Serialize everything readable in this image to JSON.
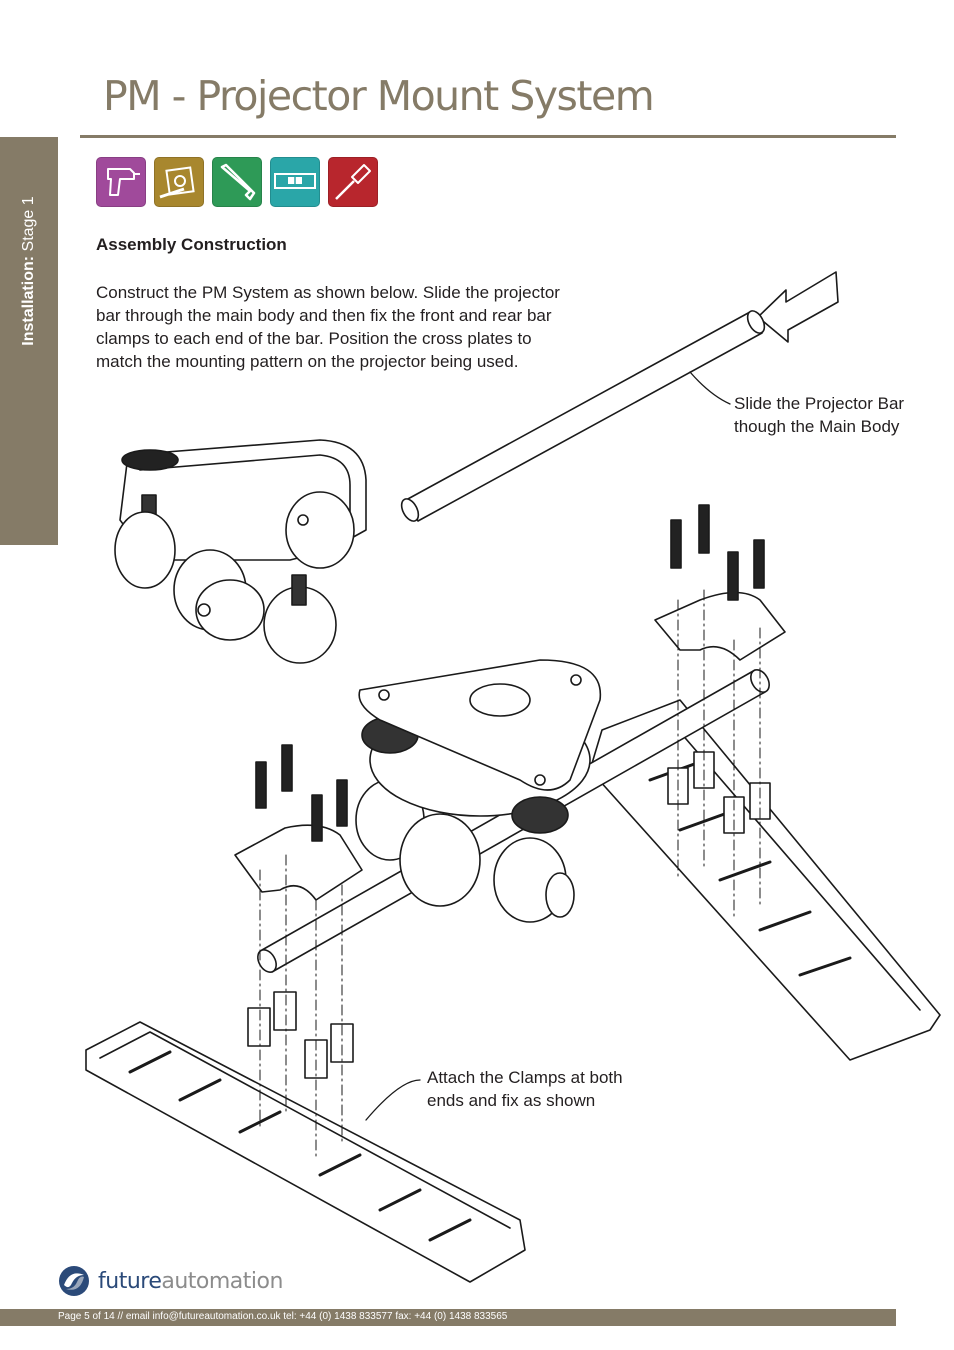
{
  "sidebar": {
    "label_bold": "Installation:",
    "label_rest": " Stage 1"
  },
  "header": {
    "title": "PM - Projector Mount System"
  },
  "tools": [
    {
      "name": "drill",
      "color": "#a04a9b"
    },
    {
      "name": "tape-measure",
      "color": "#a8872e"
    },
    {
      "name": "allen-key",
      "color": "#2e9a57"
    },
    {
      "name": "spirit-level",
      "color": "#2aa6a8"
    },
    {
      "name": "screwdriver",
      "color": "#b8262d"
    }
  ],
  "section": {
    "heading": "Assembly Construction",
    "body": "Construct the PM System as shown below. Slide the projector bar through the main body and then fix the front and rear bar clamps to each end of the bar. Position the cross plates to match the mounting pattern on the projector being used."
  },
  "callouts": {
    "bar_line1": "Slide the Projector Bar",
    "bar_line2": "though the Main Body",
    "clamp_line1": "Attach the Clamps at both",
    "clamp_line2": "ends and fix as shown"
  },
  "logo": {
    "word1": "future",
    "word2": "automation"
  },
  "footer": {
    "text": "Page 5 of 14 // email info@futureautomation.co.uk  tel: +44 (0) 1438 833577  fax: +44 (0) 1438 833565"
  },
  "colors": {
    "brand": "#857b67",
    "logo_blue": "#2b4a79"
  }
}
